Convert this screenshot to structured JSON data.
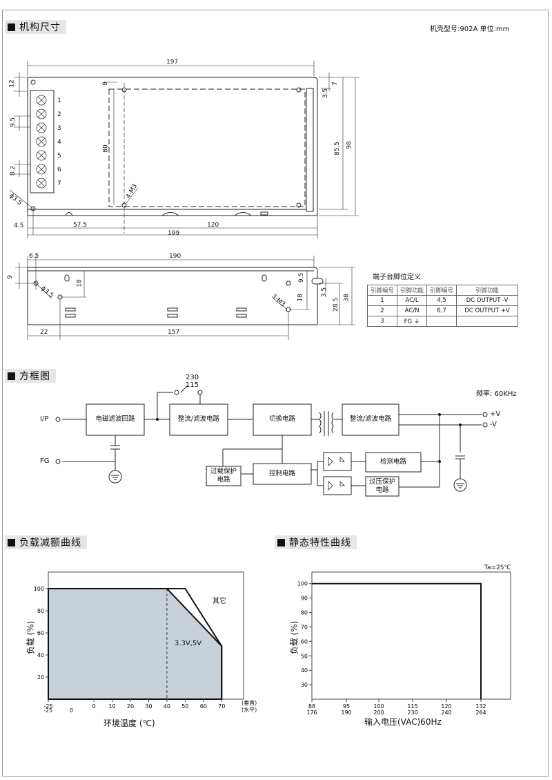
{
  "sections": {
    "mechanical": "机构尺寸",
    "block_diagram": "方框图",
    "derating": "负载减额曲线",
    "static": "静态特性曲线"
  },
  "case_info": "机壳型号:902A 单位:mm",
  "dims_top": {
    "d197": "197",
    "d12": "12",
    "d9": "9",
    "d7": "7",
    "d3_5": "3.5",
    "d9_5": "9.5",
    "d80": "80",
    "d85_5": "85.5",
    "d98": "98",
    "d8_2": "8.2",
    "m3": "4-M3",
    "phi": "ϕ3.5",
    "d4_5": "4.5",
    "d57_5": "57.5",
    "d120": "120",
    "d199": "199",
    "pins": [
      "1",
      "2",
      "3",
      "4",
      "5",
      "6",
      "7"
    ]
  },
  "dims_side": {
    "d6_5": "6.5",
    "d190": "190",
    "d9": "9",
    "d18": "18",
    "phi": "ϕ3.5",
    "m3": "3-M3",
    "d9_5": "9.5",
    "d3_5": "3.5",
    "d18b": "18",
    "d28_5": "28.5",
    "d38": "38",
    "d22": "22",
    "d157": "157"
  },
  "pin_table": {
    "title": "端子台脚位定义",
    "headers": [
      "引脚编号",
      "引脚功能",
      "引脚编号",
      "引脚功能"
    ],
    "rows": [
      [
        "1",
        "AC/L",
        "4,5",
        "DC OUTPUT -V"
      ],
      [
        "2",
        "AC/N",
        "6,7",
        "DC OUTPUT +V"
      ],
      [
        "3",
        "FG ⏚",
        "",
        ""
      ]
    ]
  },
  "block": {
    "freq": "频率: 60KHz",
    "ip": "I/P",
    "fg": "FG",
    "sw230": "230",
    "sw115": "115",
    "emi": "电磁滤波回路",
    "rect1": "整流/滤波电路",
    "switch": "切换电路",
    "rect2": "整流/滤波电路",
    "overload": [
      "过载保护",
      "电路"
    ],
    "control": "控制电路",
    "detect": "检测电路",
    "ovp": [
      "过压保护",
      "电路"
    ],
    "vplus": "+V",
    "vminus": "-V"
  },
  "chart_data": [
    {
      "type": "area",
      "title": "",
      "xlabel": "环境温度 (℃)",
      "ylabel": "负载 (%)",
      "x_ticks": [
        "-25",
        "0",
        "10",
        "20",
        "30",
        "40",
        "50",
        "60",
        "70"
      ],
      "x_ticks_second": [
        "-25",
        "0"
      ],
      "x_axis_notes": [
        "(垂直)",
        "(水平)"
      ],
      "y_ticks": [
        "100",
        "80",
        "60",
        "40",
        "20"
      ],
      "xlim": [
        -25,
        82
      ],
      "ylim": [
        0,
        115
      ],
      "series": [
        {
          "name": "3.3V,5V",
          "x": [
            -25,
            40,
            70,
            70
          ],
          "y": [
            100,
            100,
            48,
            0
          ]
        },
        {
          "name": "其它",
          "x": [
            -25,
            50,
            70,
            70
          ],
          "y": [
            100,
            100,
            48,
            0
          ]
        }
      ],
      "fill_color": "#c8d1da"
    },
    {
      "type": "line",
      "title": "",
      "xlabel": "输入电压(VAC)60Hz",
      "ylabel": "负载 (%)",
      "annotation": "Ta=25℃",
      "x_ticks_top": [
        "88",
        "95",
        "100",
        "115",
        "120",
        "132"
      ],
      "x_ticks_bottom": [
        "176",
        "190",
        "200",
        "230",
        "240",
        "264"
      ],
      "y_ticks": [
        "100",
        "90",
        "80",
        "70",
        "60",
        "50",
        "40",
        "30"
      ],
      "ylim": [
        20,
        108
      ],
      "series": [
        {
          "x": [
            88,
            132,
            132
          ],
          "y": [
            100,
            100,
            20
          ]
        }
      ]
    }
  ]
}
